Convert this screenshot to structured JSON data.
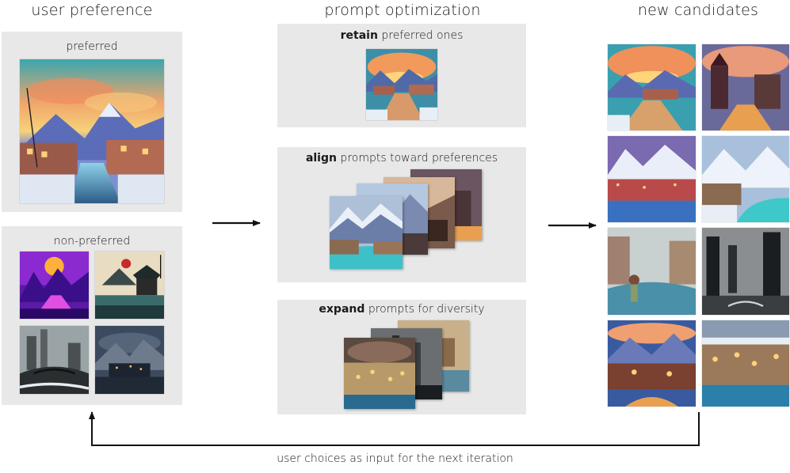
{
  "columns": {
    "user_preference": "user preference",
    "prompt_optimization": "prompt optimization",
    "new_candidates": "new candidates"
  },
  "left": {
    "preferred_label": "preferred",
    "non_preferred_label": "non-preferred"
  },
  "middle": {
    "retain_bold": "retain",
    "retain_rest": " preferred ones",
    "align_bold": "align",
    "align_rest": " prompts toward preferences",
    "expand_bold": "expand",
    "expand_rest": " prompts for diversity"
  },
  "caption": "user choices as input for the next iteration",
  "colors": {
    "panel": "#e8e8e8",
    "arrow": "#111111"
  }
}
